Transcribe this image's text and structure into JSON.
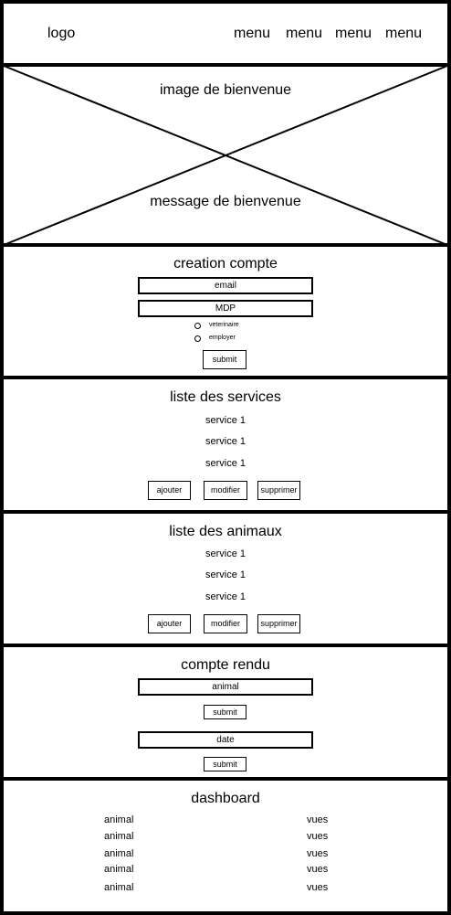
{
  "header": {
    "logo": "logo",
    "menu": [
      "menu",
      "menu",
      "menu",
      "menu"
    ]
  },
  "hero": {
    "image_text": "image de bienvenue",
    "message_text": "message de bienvenue"
  },
  "account": {
    "title": "creation compte",
    "email_label": "email",
    "password_label": "MDP",
    "radio_options": [
      "veterinaire",
      "employer"
    ],
    "submit_label": "submit"
  },
  "services": {
    "title": "liste des services",
    "items": [
      "service 1",
      "service 1",
      "service 1"
    ],
    "buttons": {
      "add": "ajouter",
      "edit": "modifier",
      "delete": "supprimer"
    }
  },
  "animals": {
    "title": "liste des animaux",
    "items": [
      "service 1",
      "service 1",
      "service 1"
    ],
    "buttons": {
      "add": "ajouter",
      "edit": "modifier",
      "delete": "supprimer"
    }
  },
  "report": {
    "title": "compte rendu",
    "animal_label": "animal",
    "submit_label_1": "submit",
    "date_label": "date",
    "submit_label_2": "submit"
  },
  "dashboard": {
    "title": "dashboard",
    "rows": [
      {
        "left": "animal",
        "right": "vues"
      },
      {
        "left": "animal",
        "right": "vues"
      },
      {
        "left": "animal",
        "right": "vues"
      },
      {
        "left": "animal",
        "right": "vues"
      },
      {
        "left": "animal",
        "right": "vues"
      }
    ]
  }
}
